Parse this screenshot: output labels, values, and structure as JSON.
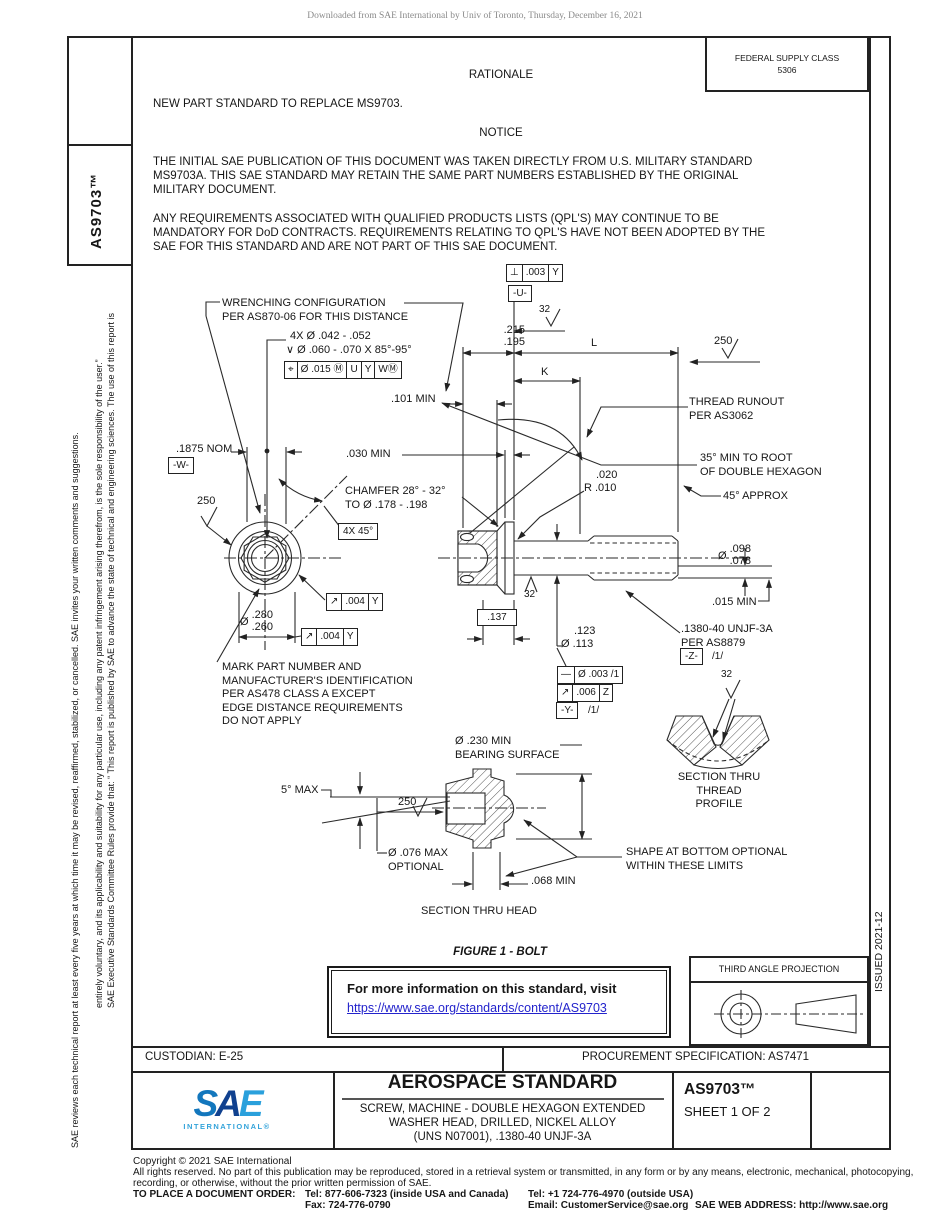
{
  "header": {
    "downloaded": "Downloaded from SAE International by Univ of Toronto, Thursday, December 16, 2021"
  },
  "sidebar": {
    "doc_code": "AS9703™",
    "legal_line1": "SAE Executive Standards Committee Rules provide that: “ This report is published by SAE to advance the state of technical and engineering sciences. The use of this report is",
    "legal_line2": "entirely voluntary, and its applicability and suitability for any particular use, including any patent infringement arising therefrom, is the sole responsibility of the user.”",
    "legal_line3": "SAE reviews each technical report at least every five years at which time it may be revised, reaffirmed, stabilized, or cancelled. SAE invites your written comments and suggestions."
  },
  "top": {
    "federal_supply_class": "FEDERAL SUPPLY CLASS",
    "federal_supply_value": "5306",
    "rationale_title": "RATIONALE",
    "rationale_body": "NEW PART STANDARD TO REPLACE MS9703.",
    "notice_title": "NOTICE",
    "notice_p1": [
      "THE INITIAL SAE PUBLICATION OF THIS DOCUMENT WAS TAKEN DIRECTLY FROM U.S. MILITARY STANDARD",
      "MS9703A. THIS SAE STANDARD MAY RETAIN THE SAME PART NUMBERS ESTABLISHED BY THE ORIGINAL",
      "MILITARY DOCUMENT."
    ],
    "notice_p2": [
      "ANY REQUIREMENTS ASSOCIATED WITH QUALIFIED PRODUCTS LISTS (QPL'S) MAY CONTINUE TO BE",
      "MANDATORY FOR DoD CONTRACTS. REQUIREMENTS RELATING TO QPL'S HAVE NOT BEEN ADOPTED BY THE",
      "SAE FOR THIS STANDARD AND ARE NOT PART OF THIS SAE DOCUMENT."
    ]
  },
  "drawing": {
    "notes": {
      "wrenching": "WRENCHING CONFIGURATION\nPER AS870-06 FOR THIS DISTANCE",
      "holes_1": "4X Ø .042 - .052",
      "holes_2": "∨ Ø .060 - .070 X 85°-95°",
      "thread_runout": "THREAD RUNOUT\nPER AS3062",
      "hex_root": "35° MIN TO ROOT\nOF DOUBLE HEXAGON",
      "chamfer": "CHAMFER 28° - 32°\nTO Ø .178 - .198",
      "approx_45": "45° APPROX",
      "mark": "MARK PART NUMBER AND\nMANUFACTURER'S IDENTIFICATION\nPER AS478 CLASS A EXCEPT\nEDGE DISTANCE REQUIREMENTS\nDO NOT APPLY",
      "bearing": "Ø .230 MIN\nBEARING SURFACE",
      "shape": "SHAPE AT BOTTOM OPTIONAL\nWITHIN THESE LIMITS",
      "thread_callout": ".1380-40 UNJF-3A\nPER AS8879",
      "section_thread": "SECTION THRU\nTHREAD PROFILE",
      "section_head": "SECTION THRU HEAD"
    },
    "dims": {
      "d215": ".215",
      "d195": ".195",
      "L": "L",
      "K": "K",
      "d101": ".101 MIN",
      "d030": ".030 MIN",
      "d1875": ".1875 NOM",
      "r020": ".020",
      "r010": "R .010",
      "dia": "Ø",
      "d098": ".098",
      "d078": ".078",
      "d015": ".015 MIN",
      "d280": ".280",
      "d260": ".260",
      "d137": ".137",
      "d123": ".123",
      "d113": "Ø .113",
      "d5max": "5° MAX",
      "d076": "Ø .076 MAX\nOPTIONAL",
      "d068": ".068 MIN",
      "fourx45": "4X 45°"
    },
    "finish": {
      "f250": "250",
      "f32": "32"
    },
    "fcf": {
      "perp_sym": "⊥",
      "perp_tol": ".003",
      "perp_datum": "Y",
      "pos_sym": "⌖",
      "pos_tol": "Ø .015 Ⓜ",
      "pos_d1": "U",
      "pos_d2": "Y",
      "pos_d3": "WⓂ",
      "runout_sym": "↗",
      "runout_tol": ".004",
      "runout_datum": "Y",
      "straight_sym": "—",
      "straight_tol": "Ø .003 /1",
      "runout2_tol": ".006",
      "runout2_datum": "Z",
      "note_ref": "/1/"
    },
    "datums": {
      "u": "-U-",
      "w": "-W-",
      "y": "-Y-",
      "z": "-Z-"
    },
    "figure_caption": "FIGURE 1 - BOLT"
  },
  "info_box": {
    "line1": "For more information on this standard, visit",
    "link": "https://www.sae.org/standards/content/AS9703"
  },
  "projection": {
    "label": "THIRD ANGLE PROJECTION"
  },
  "issued": "ISSUED 2021-12",
  "footer": {
    "custodian": "CUSTODIAN: E-25",
    "procurement": "PROCUREMENT SPECIFICATION: AS7471"
  },
  "title_block": {
    "logo_s": "S",
    "logo_a": "A",
    "logo_e": "E",
    "logo_sub": "INTERNATIONAL®",
    "standard_type": "AEROSPACE STANDARD",
    "title_line1": "SCREW, MACHINE - DOUBLE HEXAGON EXTENDED",
    "title_line2": "WASHER HEAD, DRILLED, NICKEL ALLOY",
    "title_line3": "(UNS N07001), .1380-40 UNJF-3A",
    "doc_number": "AS9703™",
    "sheet": "SHEET 1 OF 2"
  },
  "copyright": {
    "l1": "Copyright © 2021 SAE International",
    "l2": "All rights reserved. No part of this publication may be reproduced, stored in a retrieval system or transmitted, in any form or by any means, electronic, mechanical, photocopying,",
    "l3": "recording, or otherwise, without the prior written permission of SAE.",
    "order_label": "TO PLACE A DOCUMENT ORDER:",
    "tel1": "Tel: 877-606-7323 (inside USA and Canada)",
    "fax": "Fax: 724-776-0790",
    "tel2": "Tel: +1 724-776-4970 (outside USA)",
    "email": "Email: CustomerService@sae.org",
    "web": "SAE WEB ADDRESS: http://www.sae.org"
  },
  "colors": {
    "link": "#2323cc",
    "sae_s": "#1377bd",
    "sae_a": "#10418f",
    "sae_e": "#2aa0dc",
    "sae_international": "#33a3da",
    "line": "#2a2a2a"
  }
}
